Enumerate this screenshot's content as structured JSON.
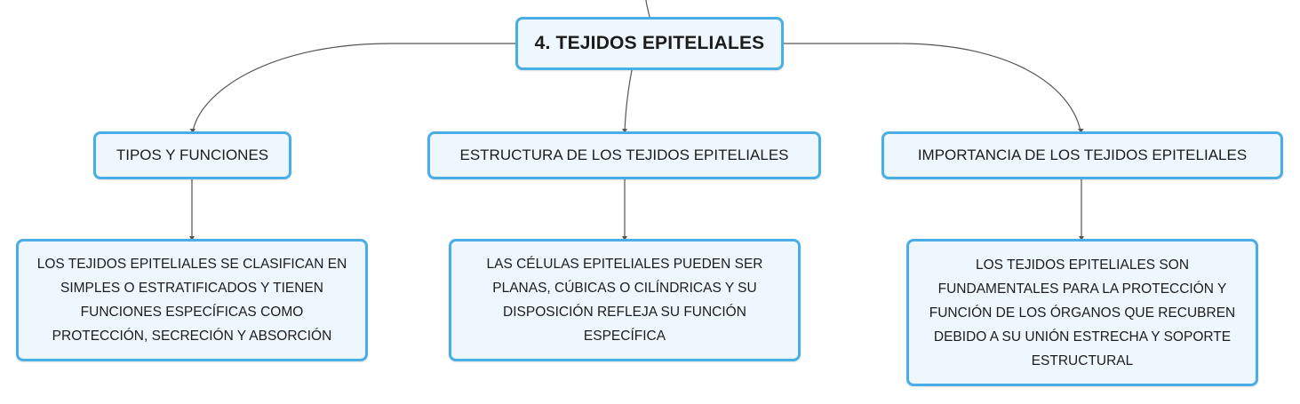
{
  "colors": {
    "node_border": "#4aaee6",
    "node_fill": "#eef7fd",
    "connector": "#555555",
    "text": "#1c1c1c"
  },
  "root": {
    "label": "4. TEJIDOS EPITELIALES"
  },
  "topics": [
    {
      "label": "TIPOS Y FUNCIONES"
    },
    {
      "label": "ESTRUCTURA DE LOS TEJIDOS EPITELIALES"
    },
    {
      "label": "IMPORTANCIA DE LOS TEJIDOS EPITELIALES"
    }
  ],
  "details": [
    {
      "lines": [
        "LOS TEJIDOS EPITELIALES SE CLASIFICAN EN",
        "SIMPLES O ESTRATIFICADOS Y TIENEN",
        "FUNCIONES ESPECÍFICAS COMO",
        "PROTECCIÓN, SECRECIÓN Y ABSORCIÓN"
      ]
    },
    {
      "lines": [
        "LAS CÉLULAS EPITELIALES PUEDEN SER",
        "PLANAS, CÚBICAS O CILÍNDRICAS Y SU",
        "DISPOSICIÓN REFLEJA SU FUNCIÓN",
        "ESPECÍFICA"
      ]
    },
    {
      "lines": [
        "LOS TEJIDOS EPITELIALES SON",
        "FUNDAMENTALES PARA LA PROTECCIÓN Y",
        "FUNCIÓN DE LOS ÓRGANOS QUE RECUBREN",
        "DEBIDO A SU UNIÓN ESTRECHA Y SOPORTE",
        "ESTRUCTURAL"
      ]
    }
  ]
}
